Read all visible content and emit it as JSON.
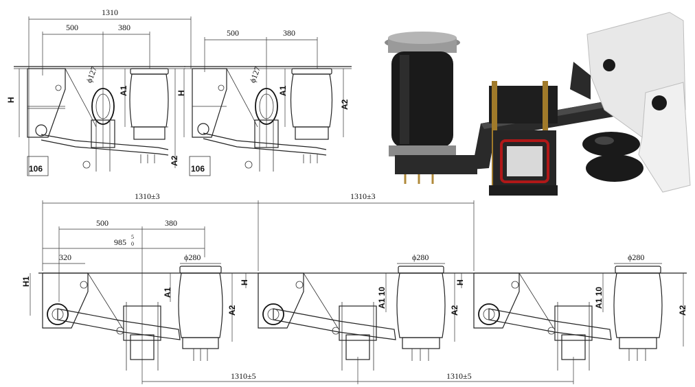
{
  "top_left_drawing": {
    "overall_width": "1310",
    "spacing_a": "500",
    "spacing_b": "380",
    "diameter": "ϕ127",
    "label_h": "H",
    "label_a1": "A1",
    "label_a2": "A2",
    "offset": "106"
  },
  "top_right_drawing": {
    "spacing_a": "500",
    "spacing_b": "380",
    "diameter": "ϕ127",
    "label_h": "H",
    "label_a1": "A1",
    "label_a2": "A2",
    "offset": "106"
  },
  "bottom_drawing": {
    "span_1": "1310±3",
    "span_2": "1310±3",
    "spacing_a": "500",
    "spacing_b": "380",
    "center_dim": "985",
    "center_tol_upper": "5",
    "center_tol_lower": "0",
    "left_offset": "320",
    "bag_diameter": "ϕ280",
    "label_h1": "H1",
    "label_h": "H",
    "label_a1": "A1",
    "label_a1_tol": "A1 10",
    "label_a2": "A2",
    "axle_span_1": "1310±5",
    "axle_span_2": "1310±5"
  },
  "colors": {
    "air_bag": "#1a1a1a",
    "steel": "#2a2a2a",
    "bracket": "#e8e8e8",
    "accent_ring": "#b01818",
    "line": "#222222"
  }
}
